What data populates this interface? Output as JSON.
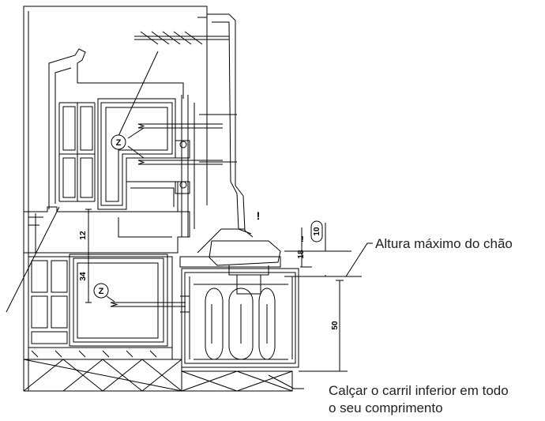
{
  "annotations": {
    "max_floor_height": "Altura máximo do chão",
    "shim_line1": "Calçar o carril inferior em todo",
    "shim_line2": "o seu comprimento"
  },
  "dimensions": {
    "d12": "12",
    "d34": "34",
    "d10": "10",
    "d18": "18",
    "d50": "50",
    "warn1": "!",
    "warn2": "!"
  },
  "markers": {
    "z": "Z"
  },
  "colors": {
    "line": "#000000",
    "text": "#222222",
    "background": "#ffffff"
  }
}
